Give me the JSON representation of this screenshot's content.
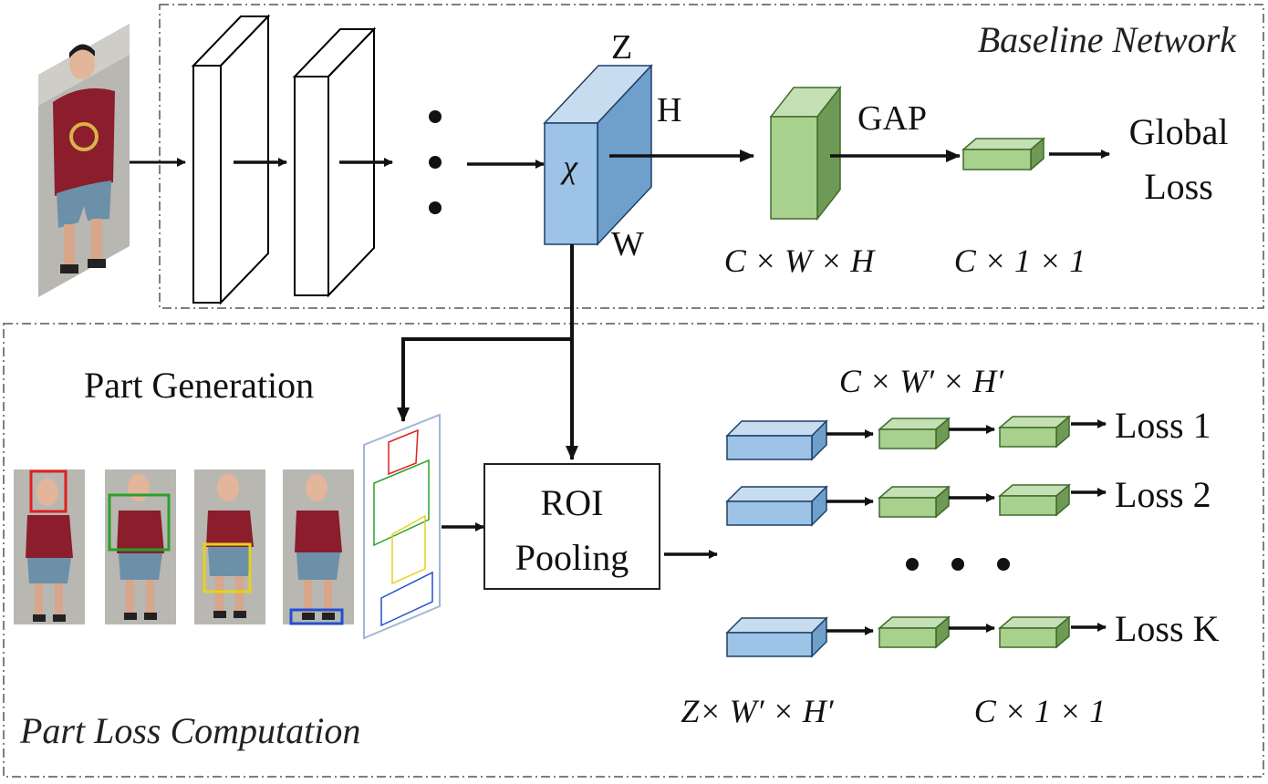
{
  "sections": {
    "baseline_title": "Baseline Network",
    "part_title": "Part Loss Computation"
  },
  "baseline": {
    "feature_symbol": "χ",
    "dim_z": "Z",
    "dim_h": "H",
    "dim_w": "W",
    "gap_label": "GAP",
    "global_loss_line1": "Global",
    "global_loss_line2": "Loss",
    "dims_map": "C × W × H",
    "dims_vec": "C × 1 × 1"
  },
  "part": {
    "part_generation_label": "Part Generation",
    "roi_line1": "ROI",
    "roi_line2": "Pooling",
    "dims_pooled_top": "C × W′ × H′",
    "dims_pooled_bottom": "Z× W′ × H′",
    "dims_vec_bottom": "C × 1 × 1",
    "losses": [
      "Loss 1",
      "Loss 2",
      "Loss K"
    ]
  },
  "colors": {
    "blue_front": "#9dc3e6",
    "blue_side": "#6f9fcb",
    "blue_top": "#c8dcf0",
    "green_front": "#a9d18e",
    "green_side": "#6f9a55",
    "green_top": "#c5e0b4",
    "part_head": "#e02020",
    "part_torso": "#2aa02a",
    "part_legs": "#e6d21a",
    "part_feet": "#2050d0"
  }
}
